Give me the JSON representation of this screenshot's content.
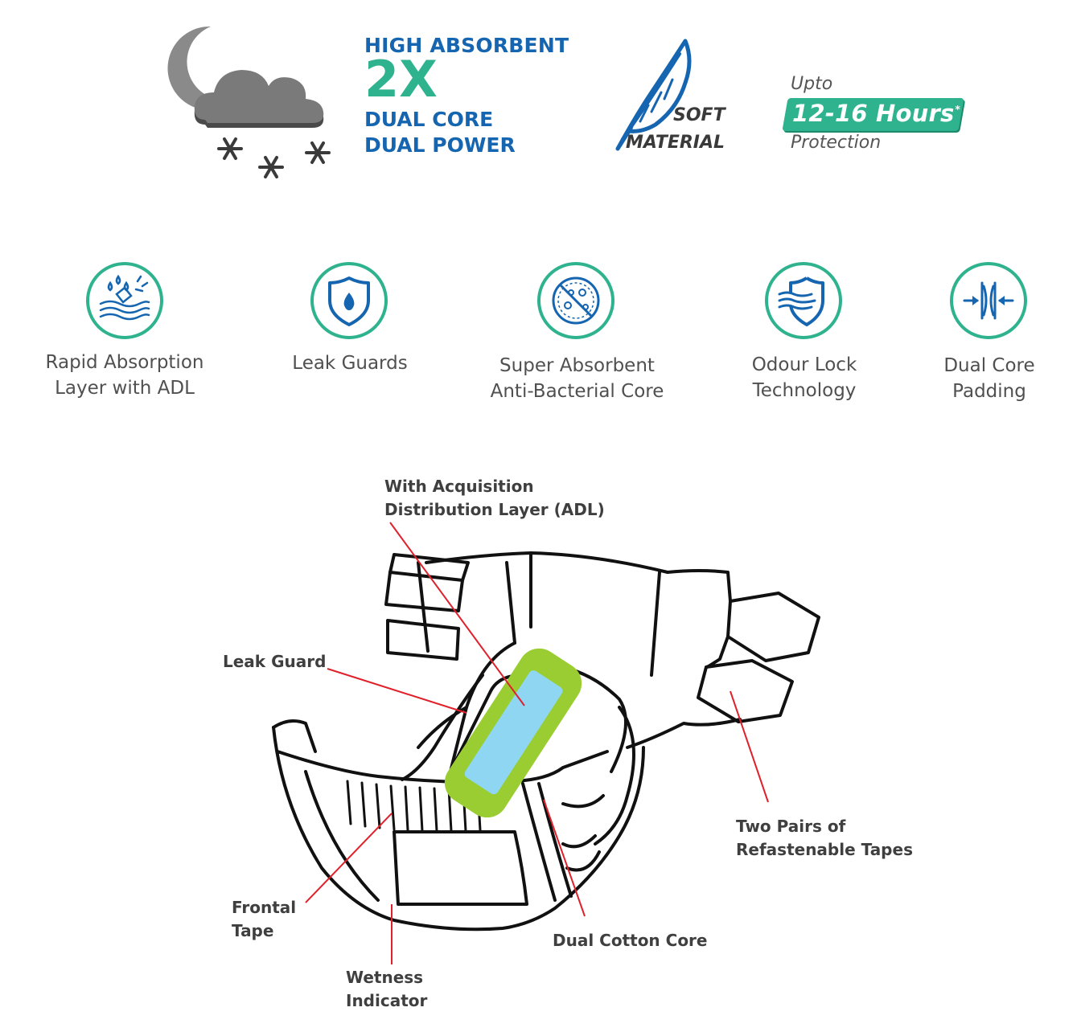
{
  "banner": {
    "absorbent": {
      "line1": "HIGH ABSORBENT",
      "big": "2X",
      "line3": "DUAL CORE",
      "line4": "DUAL POWER"
    },
    "soft": {
      "line1": "SOFT",
      "line2": "MATERIAL"
    },
    "protection": {
      "upto": "Upto",
      "hours": "12-16 Hours",
      "asterisk": "*",
      "label": "Protection"
    }
  },
  "features": [
    {
      "line1": "Rapid Absorption",
      "line2": "Layer with ADL",
      "icon": "absorption-icon"
    },
    {
      "line1": "Leak Guards",
      "line2": "",
      "icon": "shield-drop-icon"
    },
    {
      "line1": "Super Absorbent",
      "line2": "Anti-Bacterial Core",
      "icon": "anti-bacteria-icon"
    },
    {
      "line1": "Odour Lock",
      "line2": "Technology",
      "icon": "odour-shield-icon"
    },
    {
      "line1": "Dual Core",
      "line2": "Padding",
      "icon": "compress-arrows-icon"
    }
  ],
  "diagram": {
    "adl": {
      "line1": "With Acquisition",
      "line2": "Distribution Layer (ADL)"
    },
    "leak_guard": "Leak Guard",
    "tapes": {
      "line1": "Two Pairs of",
      "line2": "Refastenable Tapes"
    },
    "frontal": {
      "line1": "Frontal",
      "line2": "Tape"
    },
    "wetness": {
      "line1": "Wetness",
      "line2": "Indicator"
    },
    "cotton_core": "Dual Cotton Core"
  },
  "colors": {
    "brand_blue": "#1565b0",
    "brand_green": "#2fb38e",
    "callout_red": "#e0202a",
    "adl_green": "#9acd32",
    "adl_blue": "#8fd6f2"
  }
}
